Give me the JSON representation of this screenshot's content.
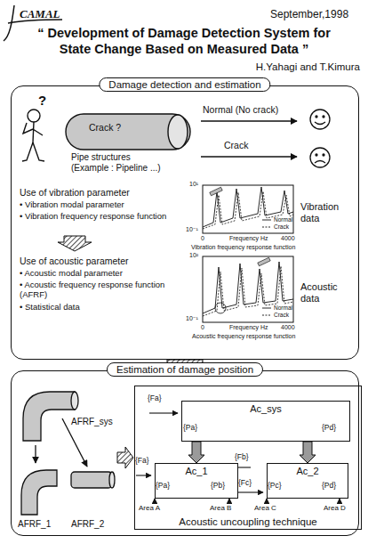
{
  "diagram": {
    "title": "“ Development of Damage Detection System for State Change Based on Measured Data ”",
    "nodes": [
      {
        "text": [
          "Damage detection and estimation"
        ]
      },
      {
        "text": [
          "Estimation of damage position"
        ]
      },
      {
        "text": [
          "Acoustic uncoupling technique"
        ],
        "in": 1
      },
      {
        "text": [
          "Ac_sys"
        ],
        "in": 2
      },
      {
        "text": [
          "Ac_1"
        ],
        "in": 2
      },
      {
        "text": [
          "Ac_2"
        ],
        "in": 2
      }
    ],
    "edges": [
      {
        "from": 0,
        "to": 1,
        "arrow": "none"
      },
      {
        "from": 3,
        "to": 4,
        "arrow": "to"
      },
      {
        "from": 3,
        "to": 5,
        "arrow": "to"
      }
    ],
    "labels": [
      "CAMAL",
      "September,1998",
      "H.Yahagi and T.Kimura",
      "?",
      "Crack ?",
      "Pipe structures",
      "(Example : Pipeline ...)",
      "Normal (No crack)",
      "Crack",
      "Use of vibration parameter",
      "• Vibration modal parameter",
      "• Vibration frequency response function",
      "10¹",
      "10⁻¹",
      "0",
      "Frequency Hz",
      "4000",
      "Vibration frequency response function",
      "Vibration data",
      "Use of acoustic parameter",
      "• Acoustic modal parameter",
      "• Acoustic frequency response function (AFRF)",
      "• Statistical data",
      "10²",
      "10⁻¹",
      "0",
      "Frequency Hz",
      "4000",
      "Acoustic frequency response function",
      "Acoustic data",
      "AFRF_sys",
      "AFRF_1",
      "AFRF_2",
      "{Fa}",
      "{Pa}",
      "{Pd}",
      "{Fa}",
      "{Pa}",
      "{Fb}",
      "{Pb}",
      "{Fc}",
      "{Pc}",
      "{Pd}",
      "Area A",
      "Area B",
      "Area C",
      "Area D"
    ],
    "legend": [
      {
        "text": "Normal"
      },
      {
        "text": "Crack"
      },
      {
        "text": "Normal"
      },
      {
        "text": "Crack"
      }
    ]
  }
}
